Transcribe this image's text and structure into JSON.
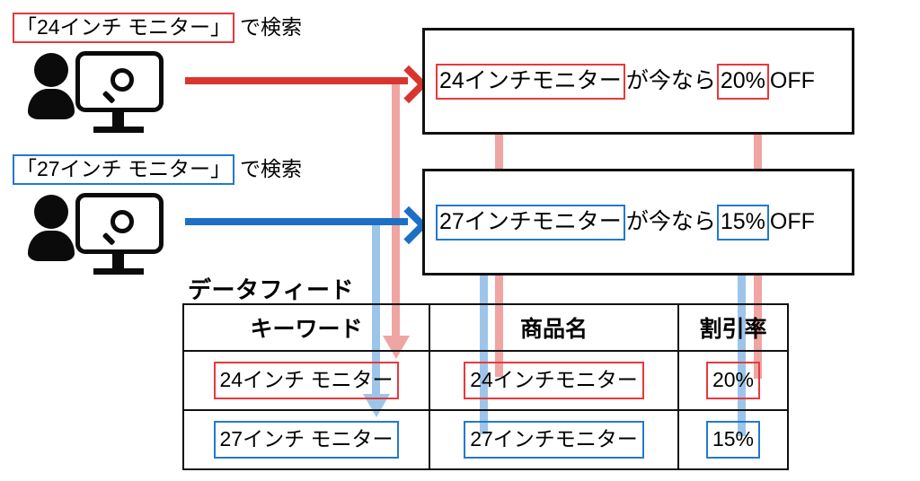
{
  "colors": {
    "red_strong": "#E8383D",
    "red_arrow": "#D9352F",
    "red_pale": "#EFA5A2",
    "blue_strong": "#2379CE",
    "blue_arrow": "#1C6FC4",
    "blue_pale": "#9DC5EA",
    "black": "#111111"
  },
  "searches": [
    {
      "query": "「24インチ モニター」",
      "suffix": "で検索",
      "accent": "#E8383D",
      "icon": "user-monitor-search-icon"
    },
    {
      "query": "「27インチ モニター」",
      "suffix": "で検索",
      "accent": "#2379CE",
      "icon": "user-monitor-search-icon"
    }
  ],
  "ads": [
    {
      "product_highlight": "24インチモニター",
      "middle_text": "が今なら",
      "discount_highlight": "20%",
      "tail_text": "OFF",
      "accent": "#E8383D"
    },
    {
      "product_highlight": "27インチモニター",
      "middle_text": "が今なら",
      "discount_highlight": "15%",
      "tail_text": "OFF",
      "accent": "#2379CE"
    }
  ],
  "feed": {
    "label": "データフィード",
    "columns": [
      "キーワード",
      "商品名",
      "割引率"
    ],
    "rows": [
      {
        "keyword": "24インチ モニター",
        "product_name": "24インチモニター",
        "discount_rate": "20%",
        "accent": "#E8383D"
      },
      {
        "keyword": "27インチ モニター",
        "product_name": "27インチモニター",
        "discount_rate": "15%",
        "accent": "#2379CE"
      }
    ]
  },
  "arrows": {
    "search_to_ad": [
      {
        "label": "search-1-to-ad-1",
        "color": "#D9352F"
      },
      {
        "label": "search-2-to-ad-2",
        "color": "#1C6FC4"
      }
    ],
    "query_to_feed_keyword": [
      {
        "label": "query-1-to-keyword-row-1",
        "color": "#EFA5A2"
      },
      {
        "label": "query-2-to-keyword-row-2",
        "color": "#9DC5EA"
      }
    ],
    "feed_product_to_ad": [
      {
        "label": "product-row-1-to-ad-1",
        "color": "#EFA5A2"
      },
      {
        "label": "product-row-2-to-ad-2",
        "color": "#9DC5EA"
      }
    ],
    "feed_discount_to_ad": [
      {
        "label": "discount-row-1-to-ad-1",
        "color": "#EFA5A2"
      },
      {
        "label": "discount-row-2-to-ad-2",
        "color": "#9DC5EA"
      }
    ]
  }
}
